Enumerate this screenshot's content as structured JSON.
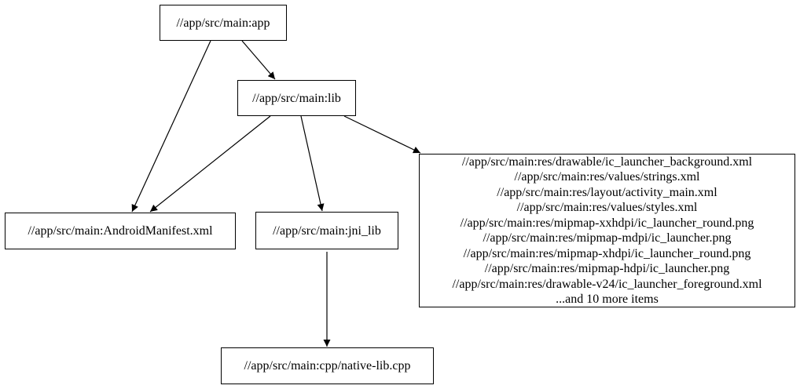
{
  "diagram": {
    "type": "dependency-graph",
    "background_color": "#ffffff",
    "node_border_color": "#000000",
    "edge_color": "#000000",
    "text_color": "#000000",
    "nodes": {
      "app": {
        "label": "//app/src/main:app"
      },
      "lib": {
        "label": "//app/src/main:lib"
      },
      "android_manifest": {
        "label": "//app/src/main:AndroidManifest.xml"
      },
      "jni_lib": {
        "label": "//app/src/main:jni_lib"
      },
      "native_lib": {
        "label": "//app/src/main:cpp/native-lib.cpp"
      },
      "res_group": {
        "lines": [
          "//app/src/main:res/drawable/ic_launcher_background.xml",
          "//app/src/main:res/values/strings.xml",
          "//app/src/main:res/layout/activity_main.xml",
          "//app/src/main:res/values/styles.xml",
          "//app/src/main:res/mipmap-xxhdpi/ic_launcher_round.png",
          "//app/src/main:res/mipmap-mdpi/ic_launcher.png",
          "//app/src/main:res/mipmap-xhdpi/ic_launcher_round.png",
          "//app/src/main:res/mipmap-hdpi/ic_launcher.png",
          "//app/src/main:res/drawable-v24/ic_launcher_foreground.xml",
          "...and 10 more items"
        ]
      }
    },
    "edges": [
      {
        "from": "app",
        "to": "android_manifest"
      },
      {
        "from": "app",
        "to": "lib"
      },
      {
        "from": "lib",
        "to": "android_manifest"
      },
      {
        "from": "lib",
        "to": "jni_lib"
      },
      {
        "from": "lib",
        "to": "res_group"
      },
      {
        "from": "jni_lib",
        "to": "native_lib"
      }
    ]
  }
}
